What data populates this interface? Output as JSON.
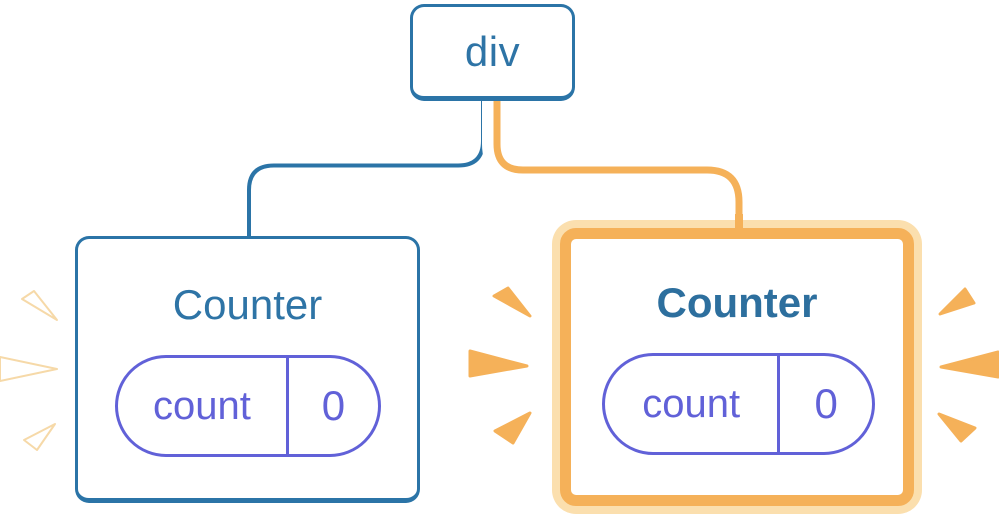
{
  "diagram": {
    "root": {
      "label": "div"
    },
    "counters": [
      {
        "title": "Counter",
        "state_key": "count",
        "state_value": "0",
        "highlighted": false
      },
      {
        "title": "Counter",
        "state_key": "count",
        "state_value": "0",
        "highlighted": true
      }
    ]
  },
  "palette": {
    "blue": "#2B74A7",
    "purple": "#6161D8",
    "orange": "#F5B159",
    "orange_light": "#FBDFAE",
    "card_background": "#FFFFFF"
  }
}
